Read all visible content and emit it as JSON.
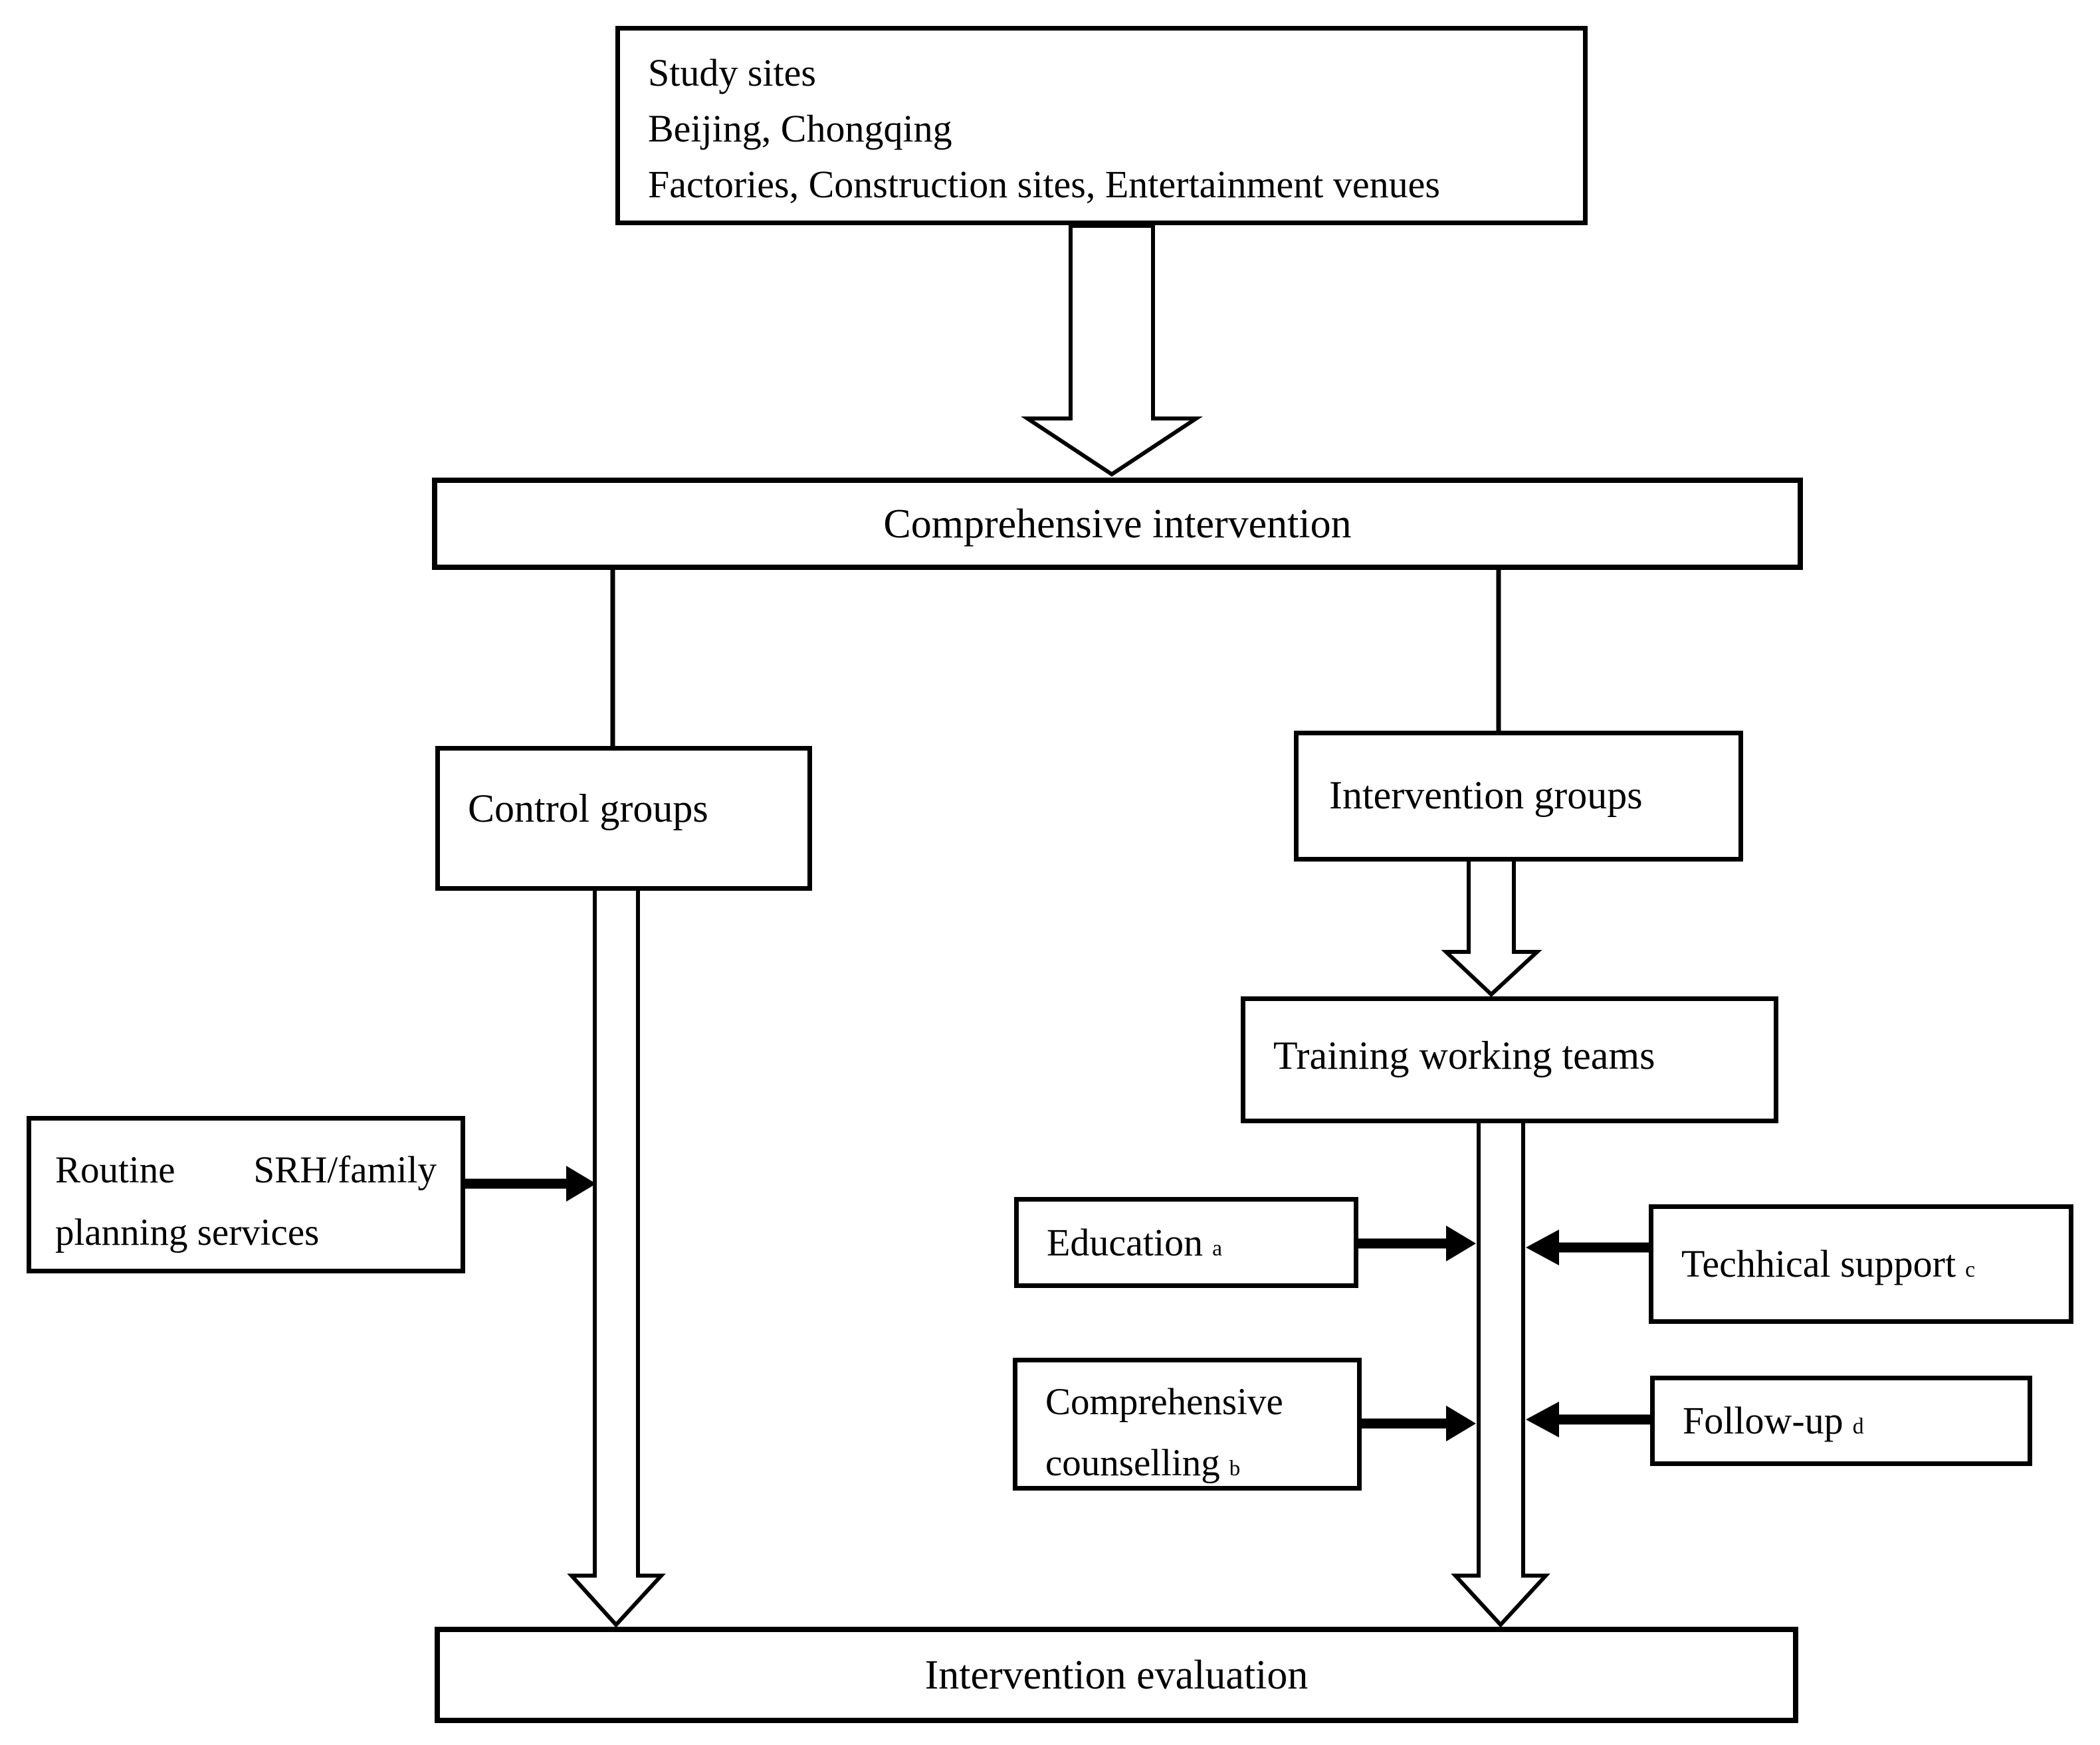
{
  "diagram": {
    "background_color": "#ffffff",
    "line_color": "#000000",
    "nodes": {
      "study_sites": {
        "lines": {
          "0": "Study sites",
          "1": "Beijing, Chongqing",
          "2": "Factories, Construction sites, Entertainment venues"
        }
      },
      "comprehensive_intervention": {
        "label": "Comprehensive intervention"
      },
      "control_groups": {
        "label": "Control groups"
      },
      "intervention_groups": {
        "label": "Intervention groups"
      },
      "training_teams": {
        "label": "Training working teams"
      },
      "routine_services": {
        "line1": "Routine SRH/family",
        "line2": "planning services"
      },
      "education": {
        "label": "Education",
        "superscript": "a"
      },
      "technical_support": {
        "label": "Techhical support",
        "superscript": "c"
      },
      "comprehensive_counselling": {
        "line1": "Comprehensive",
        "line2": "counselling",
        "superscript": "b"
      },
      "follow_up": {
        "label": "Follow-up",
        "superscript": "d"
      },
      "intervention_evaluation": {
        "label": "Intervention evaluation"
      }
    }
  }
}
